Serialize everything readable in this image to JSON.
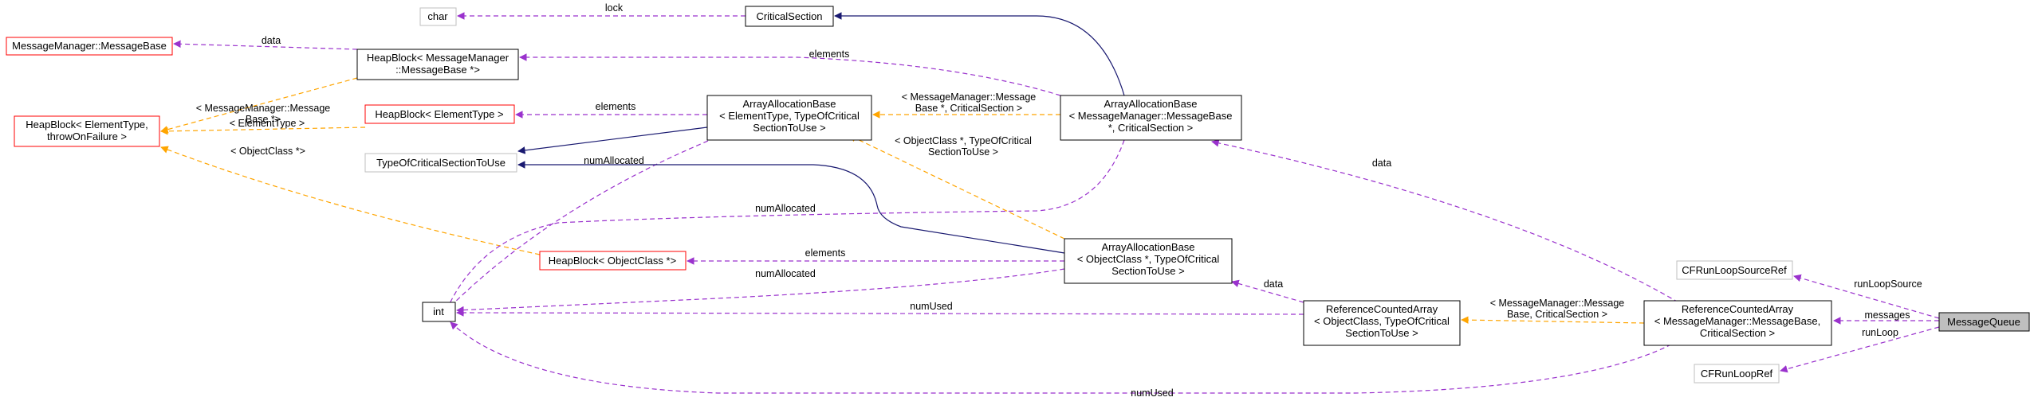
{
  "nodes": {
    "char": "char",
    "critical_section": "CriticalSection",
    "message_base": "MessageManager::MessageBase",
    "heapblock_msgbase": [
      "HeapBlock< MessageManager",
      "::MessageBase *>"
    ],
    "heapblock_generic": [
      "HeapBlock< ElementType,",
      "throwOnFailure >"
    ],
    "heapblock_elementtype": "HeapBlock< ElementType >",
    "aab_generic": [
      "ArrayAllocationBase",
      "< ElementType, TypeOfCritical",
      "SectionToUse >"
    ],
    "aab_msgbase": [
      "ArrayAllocationBase",
      "< MessageManager::MessageBase",
      " *, CriticalSection >"
    ],
    "type_of_cs": "TypeOfCriticalSectionToUse",
    "heapblock_objectclass": "HeapBlock< ObjectClass *>",
    "aab_objectclass": [
      "ArrayAllocationBase",
      "< ObjectClass *, TypeOfCritical",
      "SectionToUse >"
    ],
    "int": "int",
    "rca_generic": [
      "ReferenceCountedArray",
      "< ObjectClass, TypeOfCritical",
      "SectionToUse >"
    ],
    "rca_msgbase": [
      "ReferenceCountedArray",
      "< MessageManager::MessageBase,",
      "CriticalSection >"
    ],
    "cfrunloop_source_ref": "CFRunLoopSourceRef",
    "cfrunloop_ref": "CFRunLoopRef",
    "message_queue": "MessageQueue"
  },
  "edges": {
    "lock": "lock",
    "data_1": "data",
    "msgbase_tmpl_1": [
      "< MessageManager::Message",
      "Base *>"
    ],
    "elements_1": "elements",
    "elements_2": "elements",
    "elementtype_tmpl": "< ElementType >",
    "msgbase_tmpl_2": [
      "< MessageManager::Message",
      "Base *, CriticalSection >"
    ],
    "objectclass_tmpl_1": "< ObjectClass *>",
    "objectclass_tmpl_2": [
      "< ObjectClass *, TypeOfCritical",
      "SectionToUse >"
    ],
    "numAllocated_1": "numAllocated",
    "numAllocated_2": "numAllocated",
    "elements_3": "elements",
    "numAllocated_3": "numAllocated",
    "data_2": "data",
    "data_3": "data",
    "numUsed_1": "numUsed",
    "msgbase_tmpl_3": [
      "< MessageManager::Message",
      "Base, CriticalSection >"
    ],
    "numUsed_2": "numUsed",
    "runLoopSource": "runLoopSource",
    "messages": "messages",
    "runLoop": "runLoop"
  },
  "colors": {
    "usage_edge": "#9a32cd",
    "template_edge": "#ffa500",
    "inheritance_edge": "#191970",
    "documented_border": "#000000",
    "undocumented_border": "#ff0000",
    "external_border": "#bfbfbf",
    "focus_fill": "#bfbfbf"
  }
}
